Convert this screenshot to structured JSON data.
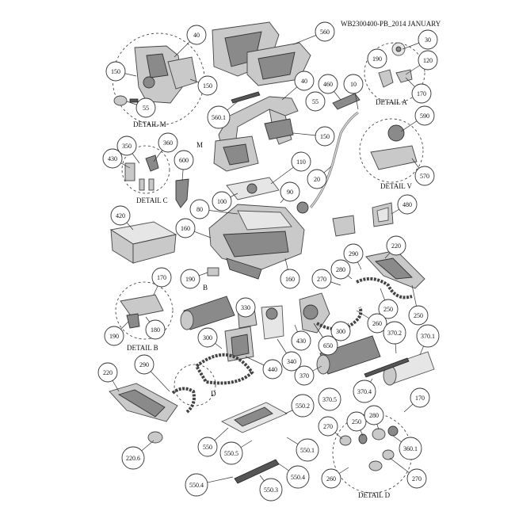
{
  "document_id": "WB2300400-PB_2014 JANUARY",
  "details": {
    "m": "DETAIL M",
    "a": "DETAIL A",
    "c": "DETAIL C",
    "v": "DETAIL V",
    "b": "DETAIL B",
    "d": "DETAIL D"
  },
  "markers": {
    "m": "M",
    "b": "B",
    "d": "D"
  },
  "callouts": [
    {
      "id": "c40a",
      "label": "40"
    },
    {
      "id": "c560a",
      "label": "560"
    },
    {
      "id": "c30",
      "label": "30"
    },
    {
      "id": "c190a",
      "label": "190"
    },
    {
      "id": "c120",
      "label": "120"
    },
    {
      "id": "c150a",
      "label": "150"
    },
    {
      "id": "c150b",
      "label": "150"
    },
    {
      "id": "c55a",
      "label": "55"
    },
    {
      "id": "c40b",
      "label": "40"
    },
    {
      "id": "c460",
      "label": "460"
    },
    {
      "id": "c10",
      "label": "10"
    },
    {
      "id": "c170a",
      "label": "170"
    },
    {
      "id": "c55b",
      "label": "55"
    },
    {
      "id": "c560_1",
      "label": "560.1"
    },
    {
      "id": "c590",
      "label": "590"
    },
    {
      "id": "c150c",
      "label": "150"
    },
    {
      "id": "c350",
      "label": "350"
    },
    {
      "id": "c360",
      "label": "360"
    },
    {
      "id": "c430a",
      "label": "430"
    },
    {
      "id": "c600",
      "label": "600"
    },
    {
      "id": "c110",
      "label": "110"
    },
    {
      "id": "c570",
      "label": "570"
    },
    {
      "id": "c20",
      "label": "20"
    },
    {
      "id": "c100",
      "label": "100"
    },
    {
      "id": "c90",
      "label": "90"
    },
    {
      "id": "c80",
      "label": "80"
    },
    {
      "id": "c420",
      "label": "420"
    },
    {
      "id": "c480",
      "label": "480"
    },
    {
      "id": "c160a",
      "label": "160"
    },
    {
      "id": "c220a",
      "label": "220"
    },
    {
      "id": "c290a",
      "label": "290"
    },
    {
      "id": "c170b",
      "label": "170"
    },
    {
      "id": "c190b",
      "label": "190"
    },
    {
      "id": "c160b",
      "label": "160"
    },
    {
      "id": "c280a",
      "label": "280"
    },
    {
      "id": "c270a",
      "label": "270"
    },
    {
      "id": "c250a",
      "label": "250"
    },
    {
      "id": "c180",
      "label": "180"
    },
    {
      "id": "c330",
      "label": "330"
    },
    {
      "id": "c250b",
      "label": "250"
    },
    {
      "id": "c260a",
      "label": "260"
    },
    {
      "id": "c190c",
      "label": "190"
    },
    {
      "id": "c300a",
      "label": "300"
    },
    {
      "id": "c430b",
      "label": "430"
    },
    {
      "id": "c650",
      "label": "650"
    },
    {
      "id": "c300b",
      "label": "300"
    },
    {
      "id": "c370_2",
      "label": "370.2"
    },
    {
      "id": "c370_1",
      "label": "370.1"
    },
    {
      "id": "c340",
      "label": "340"
    },
    {
      "id": "c220b",
      "label": "220"
    },
    {
      "id": "c290b",
      "label": "290"
    },
    {
      "id": "c440",
      "label": "440"
    },
    {
      "id": "c370",
      "label": "370"
    },
    {
      "id": "c370_4",
      "label": "370.4"
    },
    {
      "id": "c370_5",
      "label": "370.5"
    },
    {
      "id": "c170c",
      "label": "170"
    },
    {
      "id": "c550_2",
      "label": "550.2"
    },
    {
      "id": "c270b",
      "label": "270"
    },
    {
      "id": "c250c",
      "label": "250"
    },
    {
      "id": "c280b",
      "label": "280"
    },
    {
      "id": "c360_1",
      "label": "360.1"
    },
    {
      "id": "c550",
      "label": "550"
    },
    {
      "id": "c550_5",
      "label": "550.5"
    },
    {
      "id": "c550_1",
      "label": "550.1"
    },
    {
      "id": "c220_6",
      "label": "220.6"
    },
    {
      "id": "c260b",
      "label": "260"
    },
    {
      "id": "c270c",
      "label": "270"
    },
    {
      "id": "c550_4a",
      "label": "550.4"
    },
    {
      "id": "c550_4b",
      "label": "550.4"
    },
    {
      "id": "c550_3",
      "label": "550.3"
    }
  ]
}
